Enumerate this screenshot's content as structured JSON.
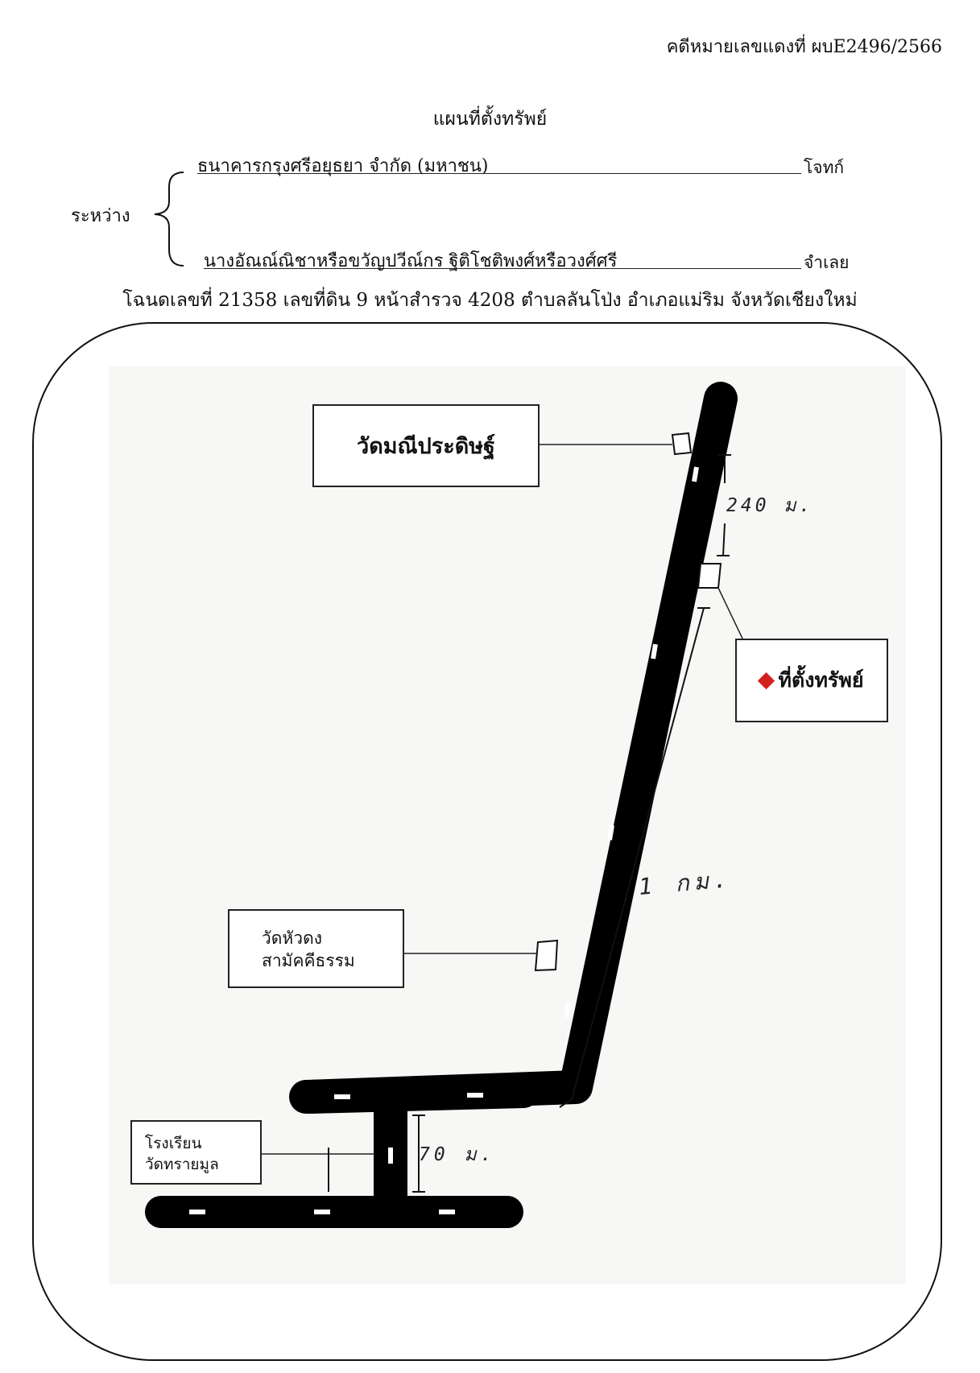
{
  "header": {
    "case_number": "คดีหมายเลขแดงที่ ผบE2496/2566",
    "title": "แผนที่ตั้งทรัพย์"
  },
  "parties": {
    "between_label": "ระหว่าง",
    "plaintiff_name": "ธนาคารกรุงศรีอยุธยา จำกัด (มหาชน)",
    "plaintiff_role": "โจทก์",
    "defendant_name": "นางอัณณ์ณิชาหรือขวัญปวีณ์กร ฐิติโชติพงศ์หรือวงศ์ศรี",
    "defendant_role": "จำเลย"
  },
  "deed_info": "โฉนดเลขที่ 21358  เลขที่ดิน 9 หน้าสำรวจ 4208  ตำบลลันโป่ง  อำเภอแม่ริม  จังหวัดเชียงใหม่",
  "map": {
    "landmarks": {
      "temple_top": "วัดมณีประดิษฐ์",
      "temple_mid_line1": "วัดหัวดง",
      "temple_mid_line2": "สามัคคีธรรม",
      "school_line1": "โรงเรียน",
      "school_line2": "วัดทรายมูล"
    },
    "property_marker": {
      "label": "ที่ตั้งทรัพย์",
      "color": "#d41f1f",
      "icon": "diamond-icon"
    },
    "distances": {
      "d1": "240 ม.",
      "d2": "1 กม.",
      "d3": "70 ม."
    }
  }
}
